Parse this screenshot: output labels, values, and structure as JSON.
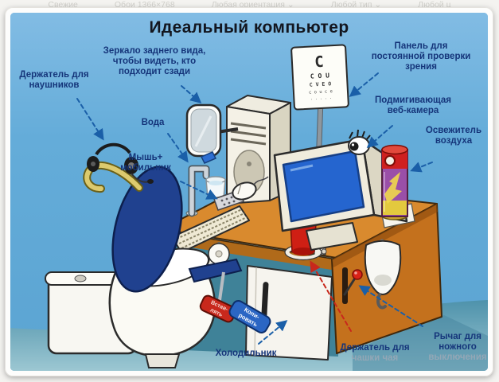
{
  "background_page": {
    "filter_items": [
      "Свежие",
      "Обои 1366×768",
      "Любая ориентация ⌄",
      "Любой тип ⌄",
      "Любой ц"
    ]
  },
  "illustration": {
    "title": "Идеальный компьютер",
    "labels": {
      "mirror": "Зеркало заднего вида,\nчтобы видеть, кто\nподходит сзади",
      "headphone_holder": "Держатель для\nнаушников",
      "water": "Вода",
      "mouse_phone": "Мышь+\nмобильник",
      "vision_panel": "Панель для\nпостоянной проверки\nзрения",
      "webcam": "Подмигивающая\nвеб-камера",
      "air_freshener": "Освежитель\nвоздуха",
      "fridge": "Холодильник",
      "cup_holder_line1": "Держатель для",
      "cup_holder_line2": "чашки чая",
      "foot_lever_line1": "Рычаг для\nножного",
      "foot_lever_line2": "выключения"
    },
    "pedals": {
      "paste_l1": "Встав-",
      "paste_l2": "лять",
      "copy_l1": "Копи-",
      "copy_l2": "ровать"
    },
    "eye_chart": {
      "rows": [
        "C",
        "C O U",
        "C V E O",
        "c o u c e",
        "· · · · ·"
      ]
    },
    "colors": {
      "sky": "#64acd9",
      "floor": "#4e92ab",
      "desk": "#d98a2e",
      "label_text": "#15357a",
      "arrow_blue": "#1a5fa8",
      "arrow_red": "#c8281c",
      "seat_blue": "#20418f"
    }
  }
}
